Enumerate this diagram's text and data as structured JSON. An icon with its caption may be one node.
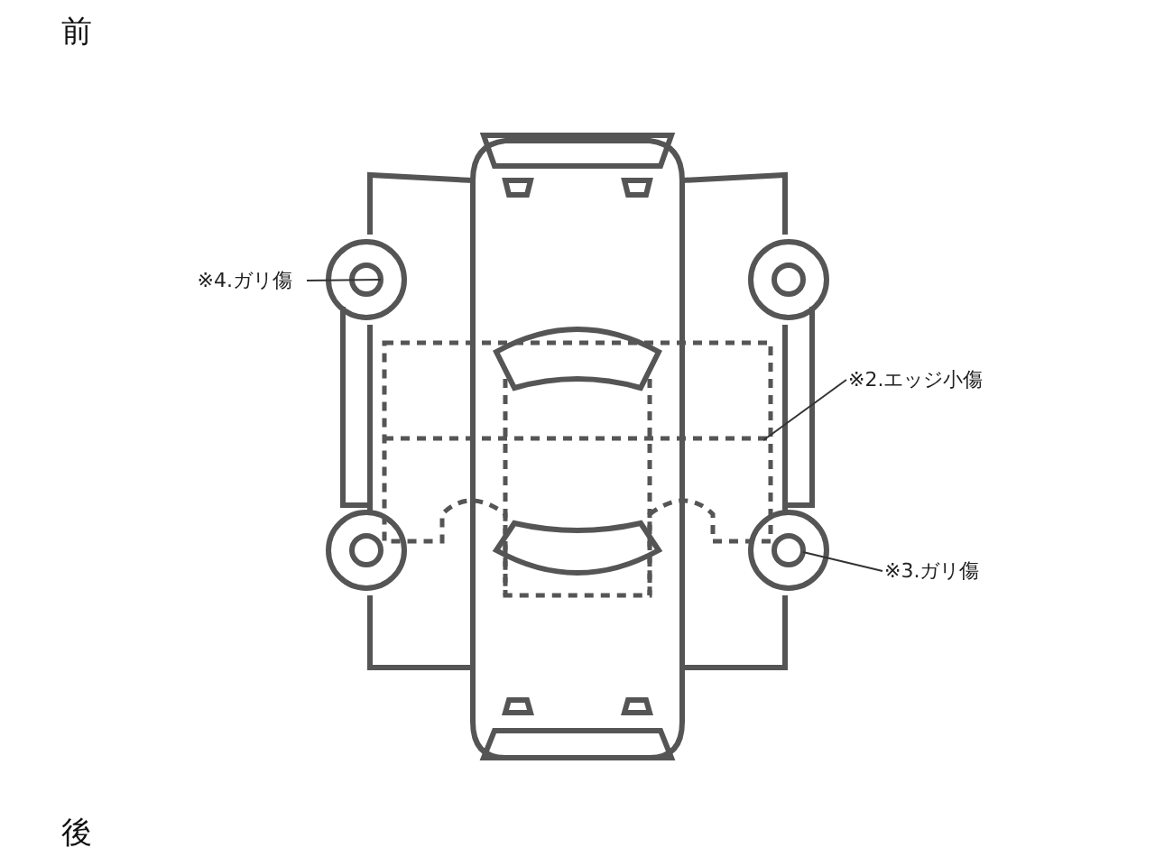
{
  "diagram": {
    "nodes": [
      {
        "text": [
          "※4.ガリ傷"
        ]
      },
      {
        "text": [],
        "shape": "circle"
      },
      {
        "text": [
          "※2.エッジ小傷"
        ]
      },
      {
        "text": [
          "※3.ガリ傷"
        ]
      },
      {
        "text": [],
        "shape": "circle"
      }
    ],
    "edges": [
      {
        "from": 0,
        "to": 1,
        "arrow": "none"
      },
      {
        "from": 2,
        "to": null,
        "arrow": "none"
      },
      {
        "from": 3,
        "to": 4,
        "arrow": "none"
      }
    ],
    "labels": [
      "前",
      "後"
    ]
  }
}
